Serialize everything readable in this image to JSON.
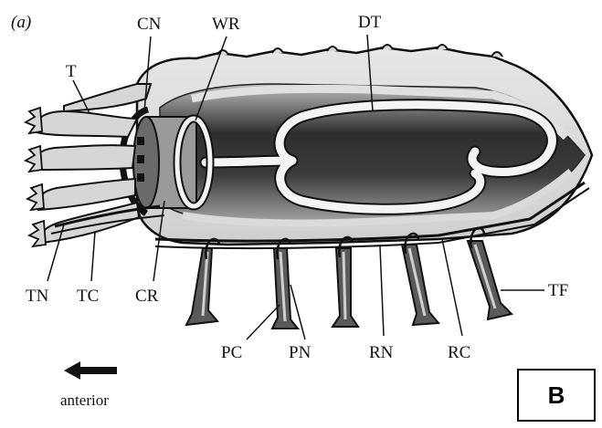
{
  "figure": {
    "panel_tag": "(a)",
    "panel_letter": "B",
    "direction_label": "anterior",
    "labels": {
      "CN": "CN",
      "WR": "WR",
      "DT": "DT",
      "T": "T",
      "TN": "TN",
      "TC": "TC",
      "CR": "CR",
      "PC": "PC",
      "PN": "PN",
      "RN": "RN",
      "RC": "RC",
      "TF": "TF"
    },
    "colors": {
      "body_fill": "#d9d9d9",
      "cavity_dark": "#3a3a3a",
      "outline": "#111111",
      "tube": "#f2f2f2"
    }
  }
}
